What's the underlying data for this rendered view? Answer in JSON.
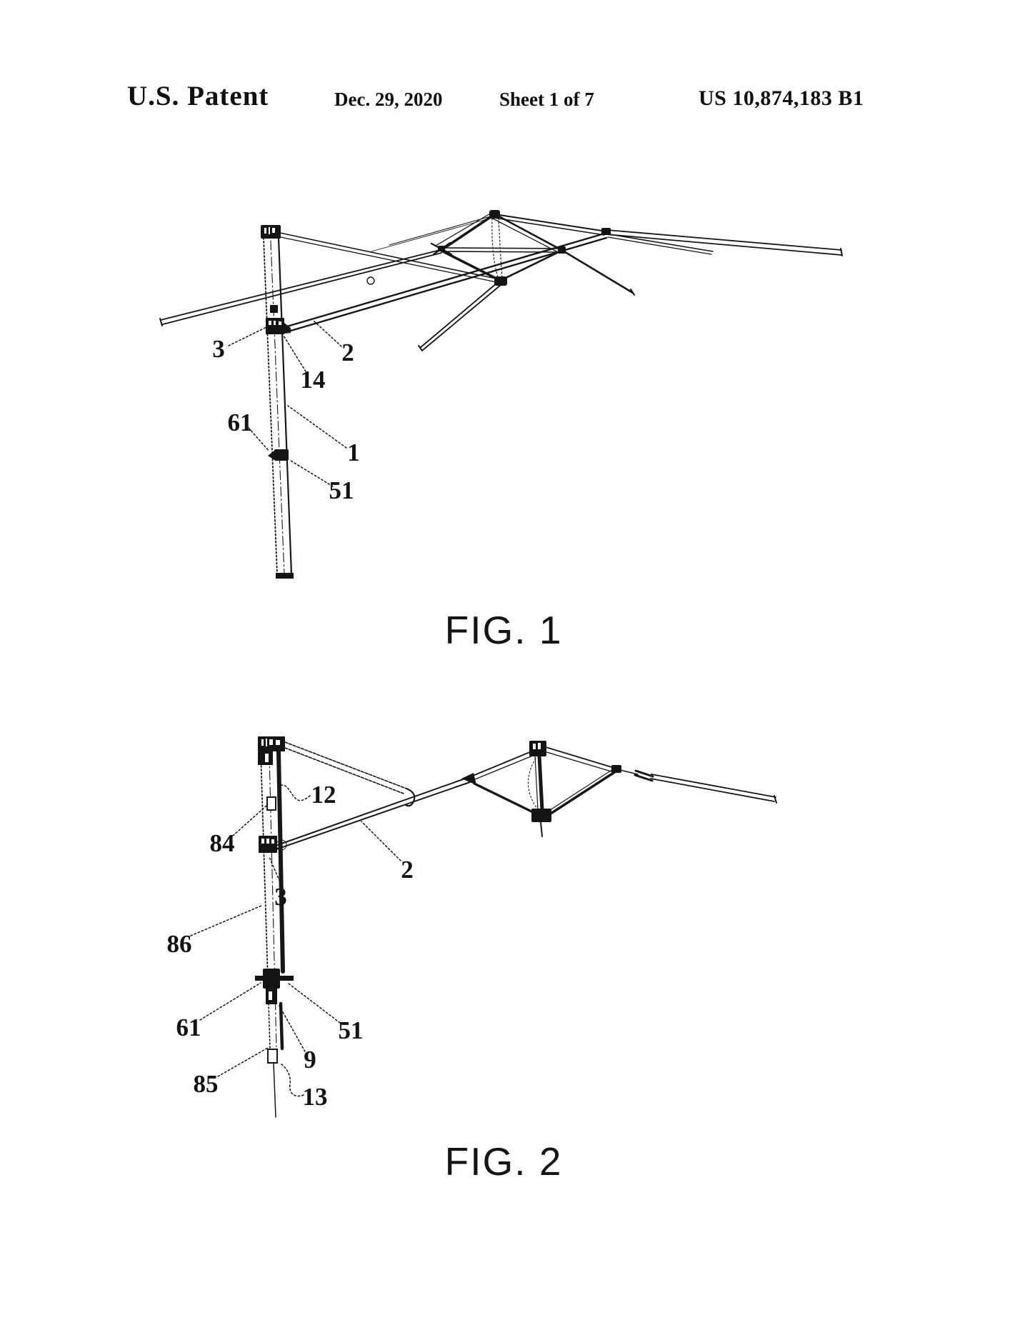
{
  "header": {
    "title": "U.S. Patent",
    "date": "Dec. 29, 2020",
    "sheet": "Sheet 1 of 7",
    "patent_number": "US 10,874,183 B1"
  },
  "figure1": {
    "caption": "FIG. 1",
    "labels": {
      "l3": "3",
      "l2": "2",
      "l14": "14",
      "l61": "61",
      "l1": "1",
      "l51": "51"
    }
  },
  "figure2": {
    "caption": "FIG. 2",
    "labels": {
      "l12": "12",
      "l84": "84",
      "l2": "2",
      "l3": "3",
      "l86": "86",
      "l61": "61",
      "l51": "51",
      "l9": "9",
      "l85": "85",
      "l13": "13"
    }
  }
}
